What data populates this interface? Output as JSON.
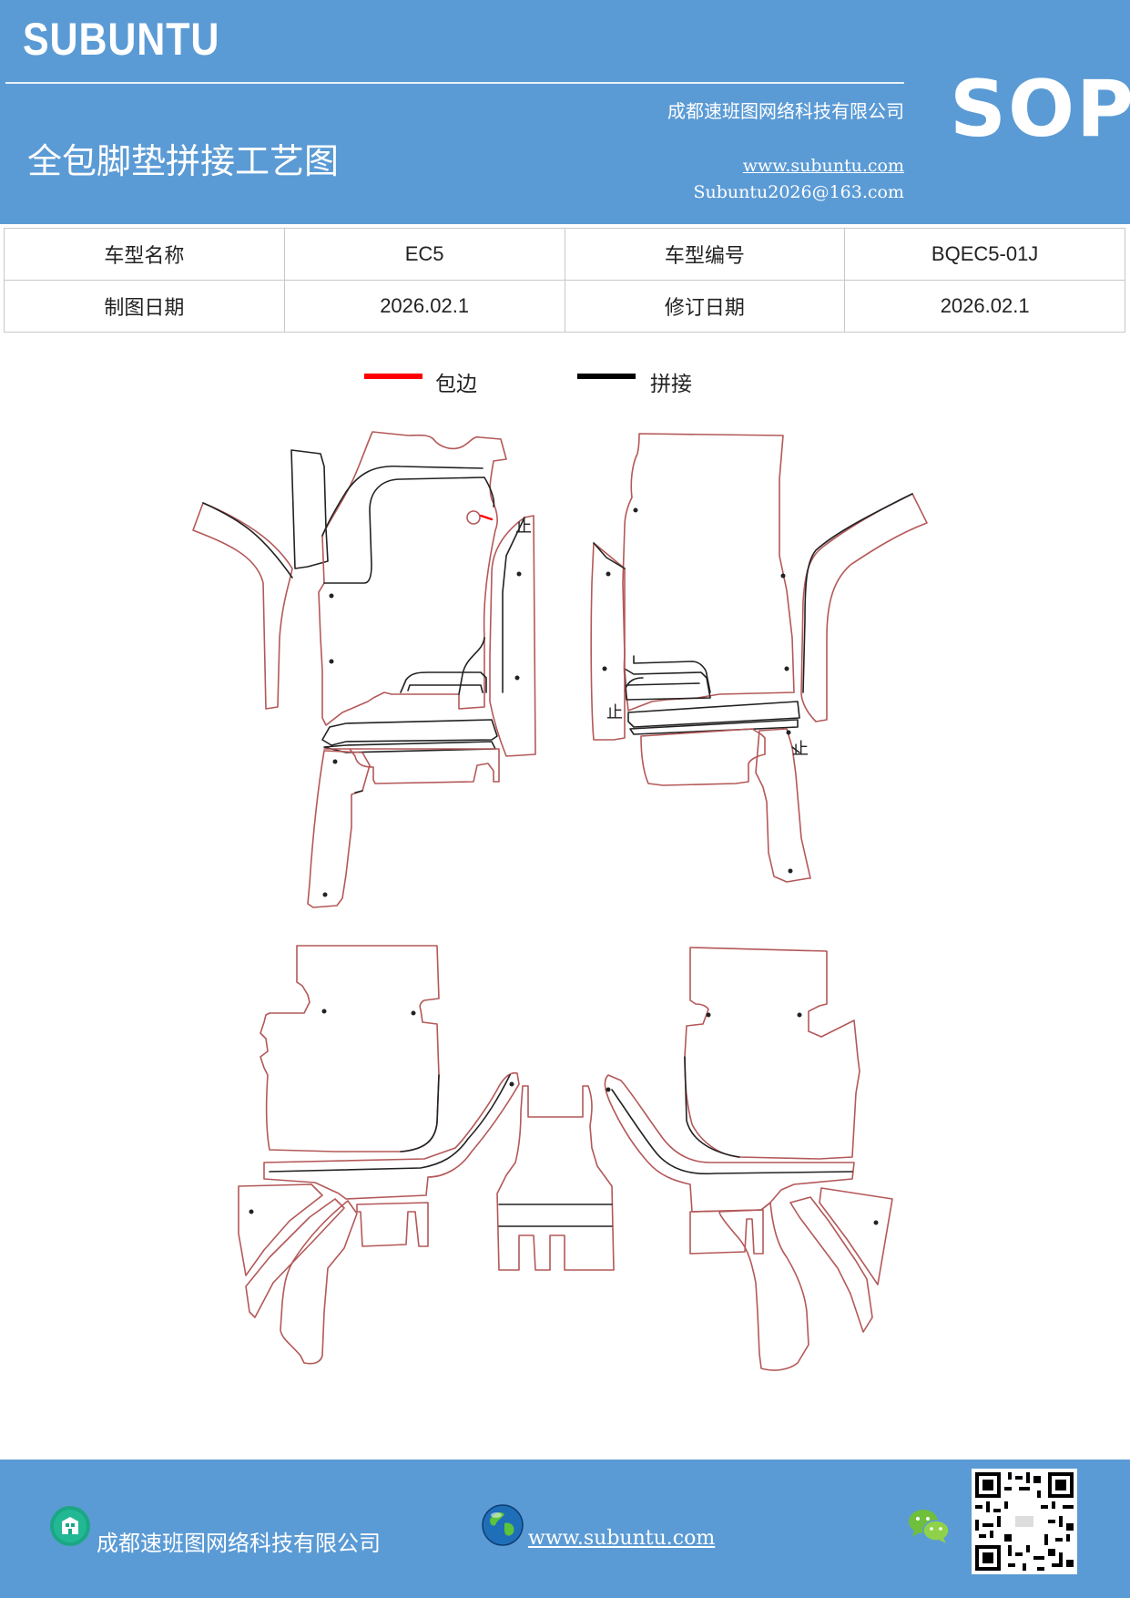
{
  "header": {
    "brand": "SUBUNTU",
    "company": "成都速班图网络科技有限公司",
    "title": "全包脚垫拼接工艺图",
    "website": "www.subuntu.com",
    "email": "Subuntu2026@163.com",
    "badge": "SOP"
  },
  "info_table": {
    "model_name_label": "车型名称",
    "model_name_value": "EC5",
    "model_code_label": "车型编号",
    "model_code_value": "BQEC5-01J",
    "draw_date_label": "制图日期",
    "draw_date_value": "2026.02.1",
    "revise_date_label": "修订日期",
    "revise_date_value": "2026.02.1"
  },
  "legend": {
    "items": [
      {
        "label": "包边",
        "color": "#ff0000"
      },
      {
        "label": "拼接",
        "color": "#000000"
      }
    ]
  },
  "drawing": {
    "stop_mark": "止",
    "edge_color": "#b45858",
    "seam_color": "#111111"
  },
  "footer": {
    "company": "成都速班图网络科技有限公司",
    "website": "www.subuntu.com",
    "icons": [
      "building-icon",
      "globe-icon",
      "wechat-icon",
      "qr-code"
    ]
  }
}
